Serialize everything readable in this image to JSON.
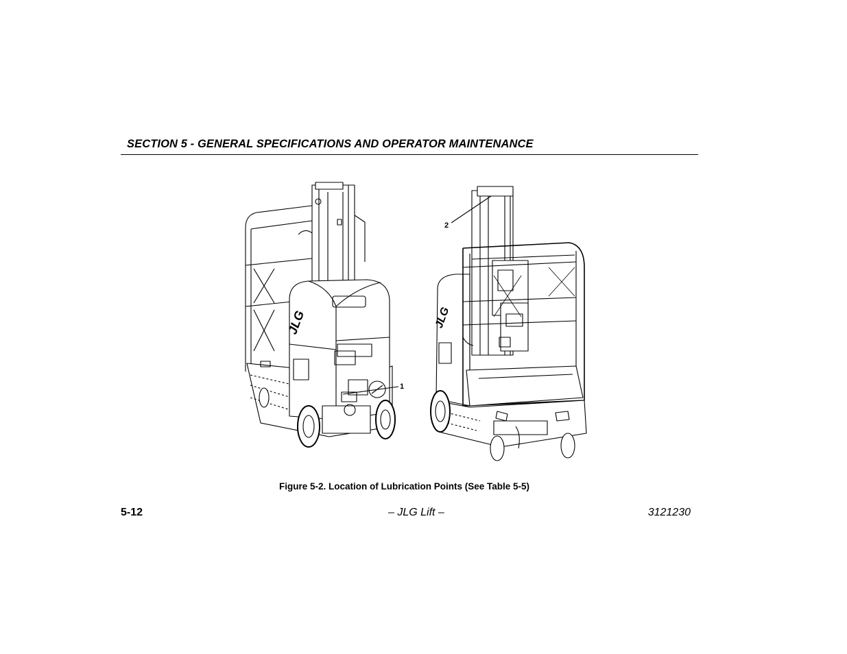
{
  "header": {
    "section_title": "SECTION 5 - GENERAL SPECIFICATIONS AND OPERATOR MAINTENANCE"
  },
  "figure": {
    "callouts": [
      "1",
      "2"
    ],
    "logo_text": "JLG",
    "caption": "Figure 5-2. Location of Lubrication Points (See Table 5-5)"
  },
  "footer": {
    "page_number": "5-12",
    "center_text": "– JLG Lift –",
    "document_number": "3121230"
  }
}
